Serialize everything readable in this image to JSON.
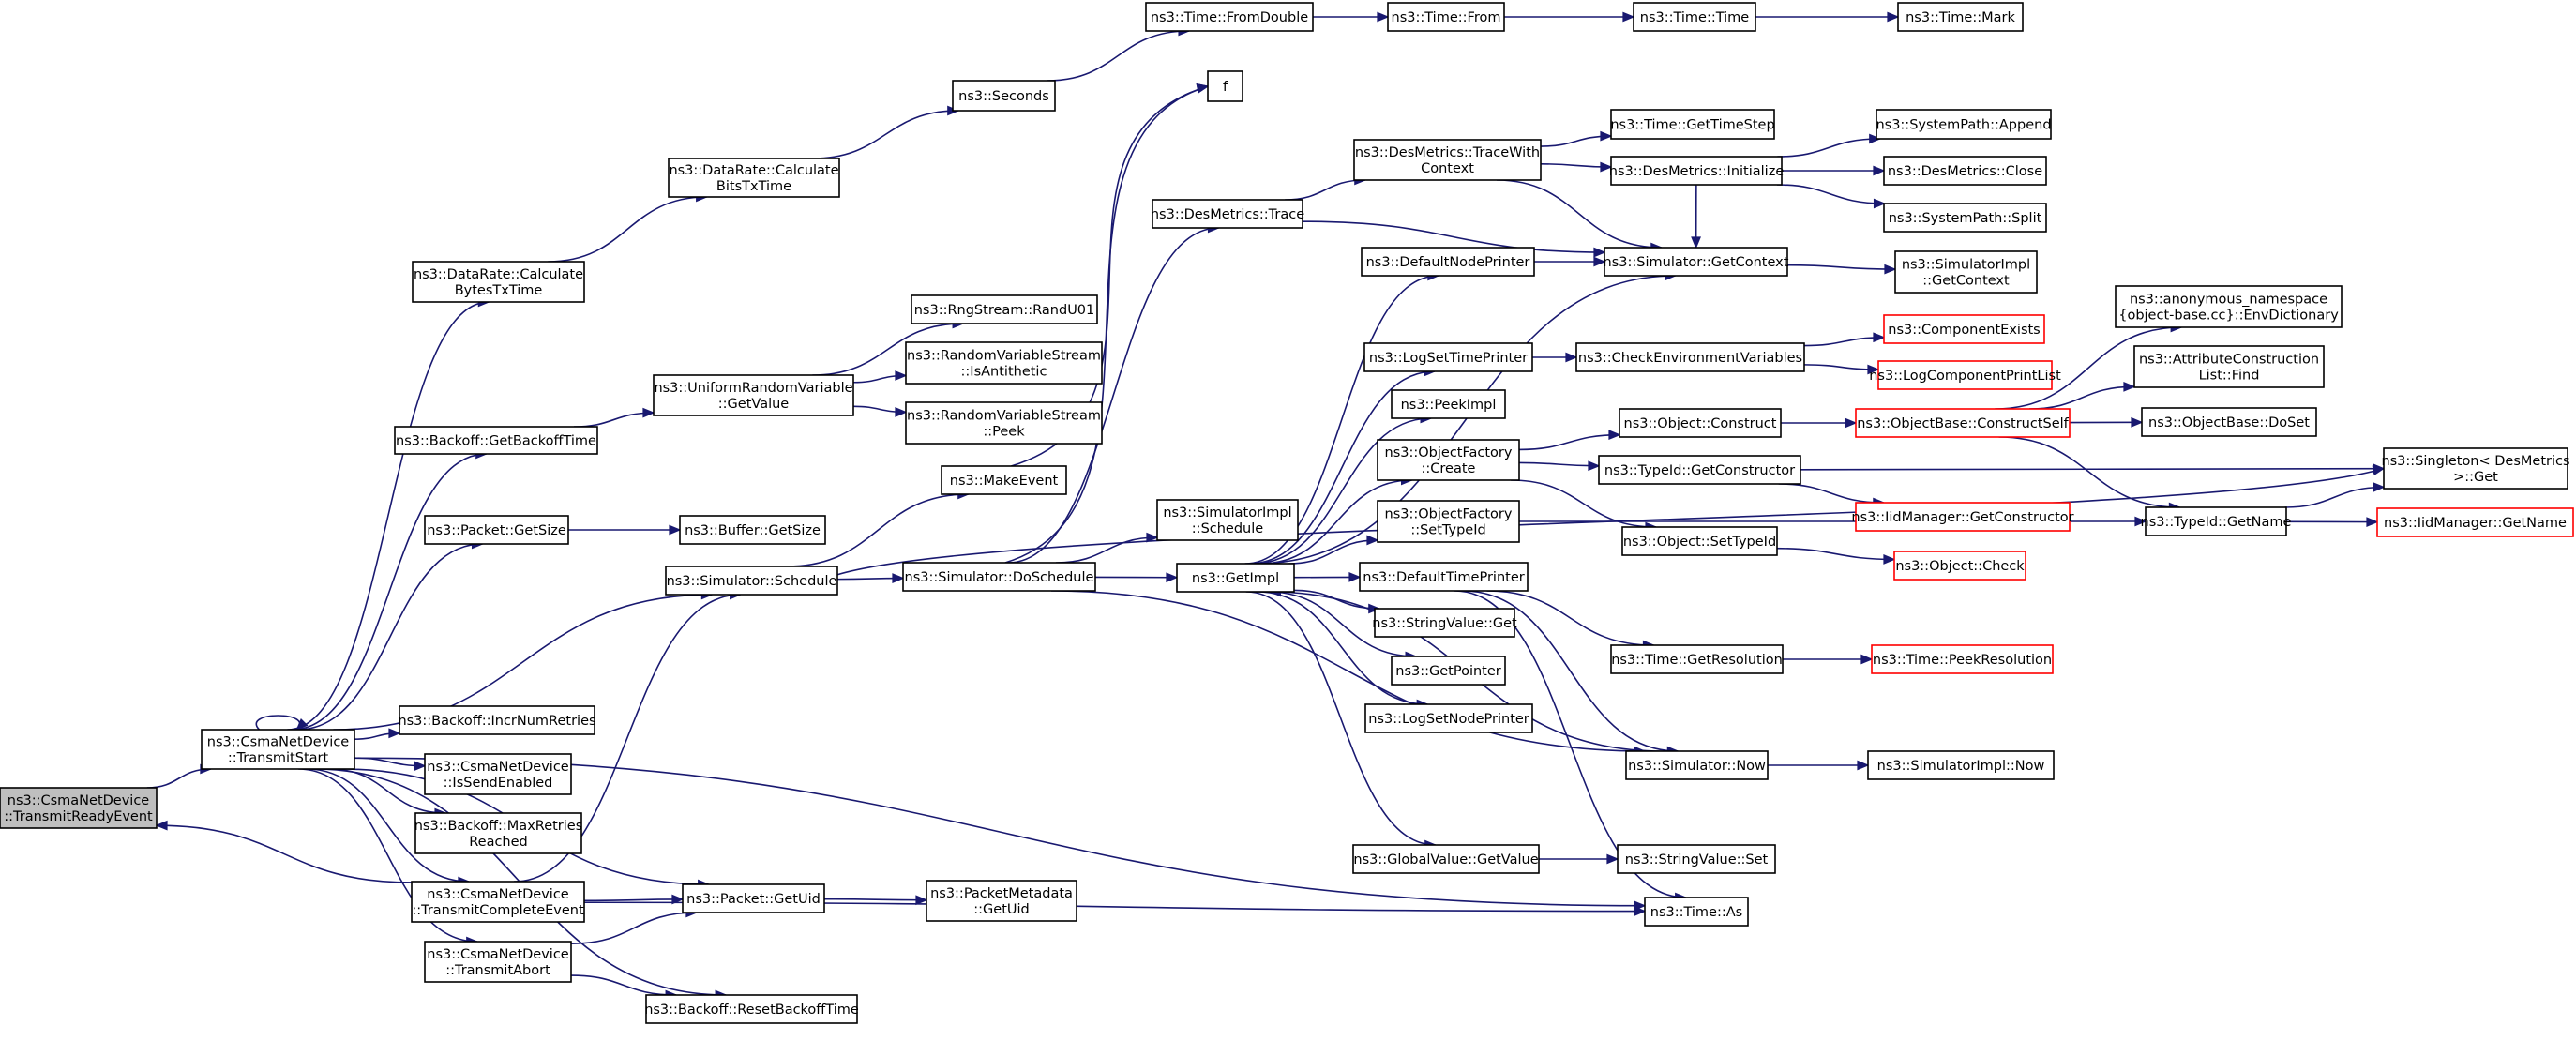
{
  "colors": {
    "edge": "#191970",
    "node_border": "#000000",
    "undocumented_border": "#ff0000",
    "root_fill": "#bfbfbf",
    "background": "#ffffff"
  },
  "nodes": {
    "root": {
      "lines": [
        "ns3::CsmaNetDevice",
        "::TransmitReadyEvent"
      ]
    },
    "transmit_start": {
      "lines": [
        "ns3::CsmaNetDevice",
        "::TransmitStart"
      ]
    },
    "calc_bytes": {
      "lines": [
        "ns3::DataRate::Calculate",
        "BytesTxTime"
      ]
    },
    "calc_bits": {
      "lines": [
        "ns3::DataRate::Calculate",
        "BitsTxTime"
      ]
    },
    "seconds": {
      "lines": [
        "ns3::Seconds"
      ]
    },
    "time_fromdouble": {
      "lines": [
        "ns3::Time::FromDouble"
      ]
    },
    "time_from": {
      "lines": [
        "ns3::Time::From"
      ]
    },
    "time_time": {
      "lines": [
        "ns3::Time::Time"
      ]
    },
    "time_mark": {
      "lines": [
        "ns3::Time::Mark"
      ]
    },
    "f": {
      "lines": [
        "f"
      ]
    },
    "desmetrics_trace": {
      "lines": [
        "ns3::DesMetrics::Trace"
      ]
    },
    "desmetrics_tracewithcontext": {
      "lines": [
        "ns3::DesMetrics::TraceWith",
        "Context"
      ]
    },
    "time_gettimestep": {
      "lines": [
        "ns3::Time::GetTimeStep"
      ]
    },
    "desmetrics_initialize": {
      "lines": [
        "ns3::DesMetrics::Initialize"
      ]
    },
    "systempath_append": {
      "lines": [
        "ns3::SystemPath::Append"
      ]
    },
    "desmetrics_close": {
      "lines": [
        "ns3::DesMetrics::Close"
      ]
    },
    "systempath_split": {
      "lines": [
        "ns3::SystemPath::Split"
      ]
    },
    "default_node_printer": {
      "lines": [
        "ns3::DefaultNodePrinter"
      ]
    },
    "simulator_getcontext": {
      "lines": [
        "ns3::Simulator::GetContext"
      ]
    },
    "simulatorimpl_getcontext": {
      "lines": [
        "ns3::SimulatorImpl",
        "::GetContext"
      ]
    },
    "rng_randu01": {
      "lines": [
        "ns3::RngStream::RandU01"
      ]
    },
    "rvs_isantithetic": {
      "lines": [
        "ns3::RandomVariableStream",
        "::IsAntithetic"
      ]
    },
    "rvs_peek": {
      "lines": [
        "ns3::RandomVariableStream",
        "::Peek"
      ]
    },
    "uniform_getvalue": {
      "lines": [
        "ns3::UniformRandomVariable",
        "::GetValue"
      ]
    },
    "backoff_getbackofftime": {
      "lines": [
        "ns3::Backoff::GetBackoffTime"
      ]
    },
    "log_set_time_printer": {
      "lines": [
        "ns3::LogSetTimePrinter"
      ]
    },
    "check_env_vars": {
      "lines": [
        "ns3::CheckEnvironmentVariables"
      ]
    },
    "component_exists": {
      "lines": [
        "ns3::ComponentExists"
      ]
    },
    "log_component_print_list": {
      "lines": [
        "ns3::LogComponentPrintList"
      ]
    },
    "env_dictionary": {
      "lines": [
        "ns3::anonymous_namespace",
        "{object-base.cc}::EnvDictionary"
      ]
    },
    "attr_construction_find": {
      "lines": [
        "ns3::AttributeConstruction",
        "List::Find"
      ]
    },
    "peek_impl": {
      "lines": [
        "ns3::PeekImpl"
      ]
    },
    "object_construct": {
      "lines": [
        "ns3::Object::Construct"
      ]
    },
    "objectbase_constructself": {
      "lines": [
        "ns3::ObjectBase::ConstructSelf"
      ]
    },
    "objectbase_doset": {
      "lines": [
        "ns3::ObjectBase::DoSet"
      ]
    },
    "objectfactory_create": {
      "lines": [
        "ns3::ObjectFactory",
        "::Create"
      ]
    },
    "typeid_getconstructor": {
      "lines": [
        "ns3::TypeId::GetConstructor"
      ]
    },
    "singleton_get": {
      "lines": [
        "ns3::Singleton< DesMetrics",
        " >::Get"
      ]
    },
    "make_event": {
      "lines": [
        "ns3::MakeEvent"
      ]
    },
    "iidmanager_getconstructor": {
      "lines": [
        "ns3::IidManager::GetConstructor"
      ]
    },
    "packet_getsize": {
      "lines": [
        "ns3::Packet::GetSize"
      ]
    },
    "buffer_getsize": {
      "lines": [
        "ns3::Buffer::GetSize"
      ]
    },
    "simulatorimpl_schedule": {
      "lines": [
        "ns3::SimulatorImpl",
        "::Schedule"
      ]
    },
    "objectfactory_settypeid": {
      "lines": [
        "ns3::ObjectFactory",
        "::SetTypeId"
      ]
    },
    "object_settypeid": {
      "lines": [
        "ns3::Object::SetTypeId"
      ]
    },
    "typeid_getname": {
      "lines": [
        "ns3::TypeId::GetName"
      ]
    },
    "iidmanager_getname": {
      "lines": [
        "ns3::IidManager::GetName"
      ]
    },
    "object_check": {
      "lines": [
        "ns3::Object::Check"
      ]
    },
    "simulator_schedule": {
      "lines": [
        "ns3::Simulator::Schedule"
      ]
    },
    "simulator_doschedule": {
      "lines": [
        "ns3::Simulator::DoSchedule"
      ]
    },
    "get_impl": {
      "lines": [
        "ns3::GetImpl"
      ]
    },
    "default_time_printer": {
      "lines": [
        "ns3::DefaultTimePrinter"
      ]
    },
    "stringvalue_get": {
      "lines": [
        "ns3::StringValue::Get"
      ]
    },
    "time_getresolution": {
      "lines": [
        "ns3::Time::GetResolution"
      ]
    },
    "time_peekresolution": {
      "lines": [
        "ns3::Time::PeekResolution"
      ]
    },
    "get_pointer": {
      "lines": [
        "ns3::GetPointer"
      ]
    },
    "log_set_node_printer": {
      "lines": [
        "ns3::LogSetNodePrinter"
      ]
    },
    "backoff_incrnumretries": {
      "lines": [
        "ns3::Backoff::IncrNumRetries"
      ]
    },
    "is_send_enabled": {
      "lines": [
        "ns3::CsmaNetDevice",
        "::IsSendEnabled"
      ]
    },
    "simulator_now": {
      "lines": [
        "ns3::Simulator::Now"
      ]
    },
    "simulatorimpl_now": {
      "lines": [
        "ns3::SimulatorImpl::Now"
      ]
    },
    "backoff_maxretriesreached": {
      "lines": [
        "ns3::Backoff::MaxRetries",
        "Reached"
      ]
    },
    "globalvalue_getvalue": {
      "lines": [
        "ns3::GlobalValue::GetValue"
      ]
    },
    "stringvalue_set": {
      "lines": [
        "ns3::StringValue::Set"
      ]
    },
    "transmit_complete_event": {
      "lines": [
        "ns3::CsmaNetDevice",
        "::TransmitCompleteEvent"
      ]
    },
    "packet_getuid": {
      "lines": [
        "ns3::Packet::GetUid"
      ]
    },
    "packetmetadata_getuid": {
      "lines": [
        "ns3::PacketMetadata",
        "::GetUid"
      ]
    },
    "time_as": {
      "lines": [
        "ns3::Time::As"
      ]
    },
    "transmit_abort": {
      "lines": [
        "ns3::CsmaNetDevice",
        "::TransmitAbort"
      ]
    },
    "backoff_resetbackofftime": {
      "lines": [
        "ns3::Backoff::ResetBackoffTime"
      ]
    }
  }
}
